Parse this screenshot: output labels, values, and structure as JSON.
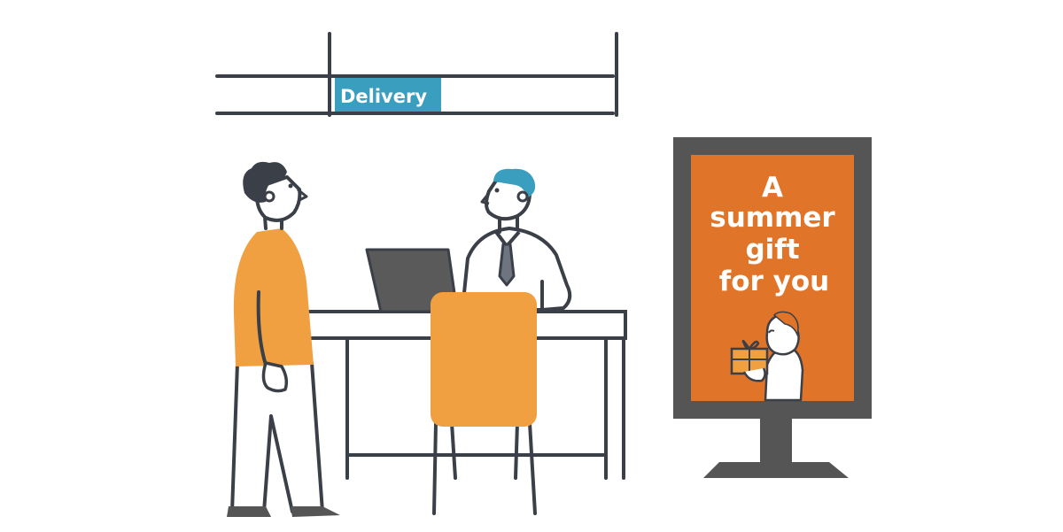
{
  "counter_sign": {
    "label": "Delivery",
    "color": "#3a9ebf"
  },
  "poster": {
    "lines": [
      "A",
      "summer",
      "gift",
      "for you"
    ],
    "background_color": "#e07428",
    "frame_color": "#555555"
  },
  "palette": {
    "outline": "#3b3f48",
    "shirt": "#f0a040",
    "chair": "#f0a040",
    "laptop": "#5a5a5a",
    "staff_hair": "#3a9ebf",
    "customer_hair": "#3b3f48"
  }
}
